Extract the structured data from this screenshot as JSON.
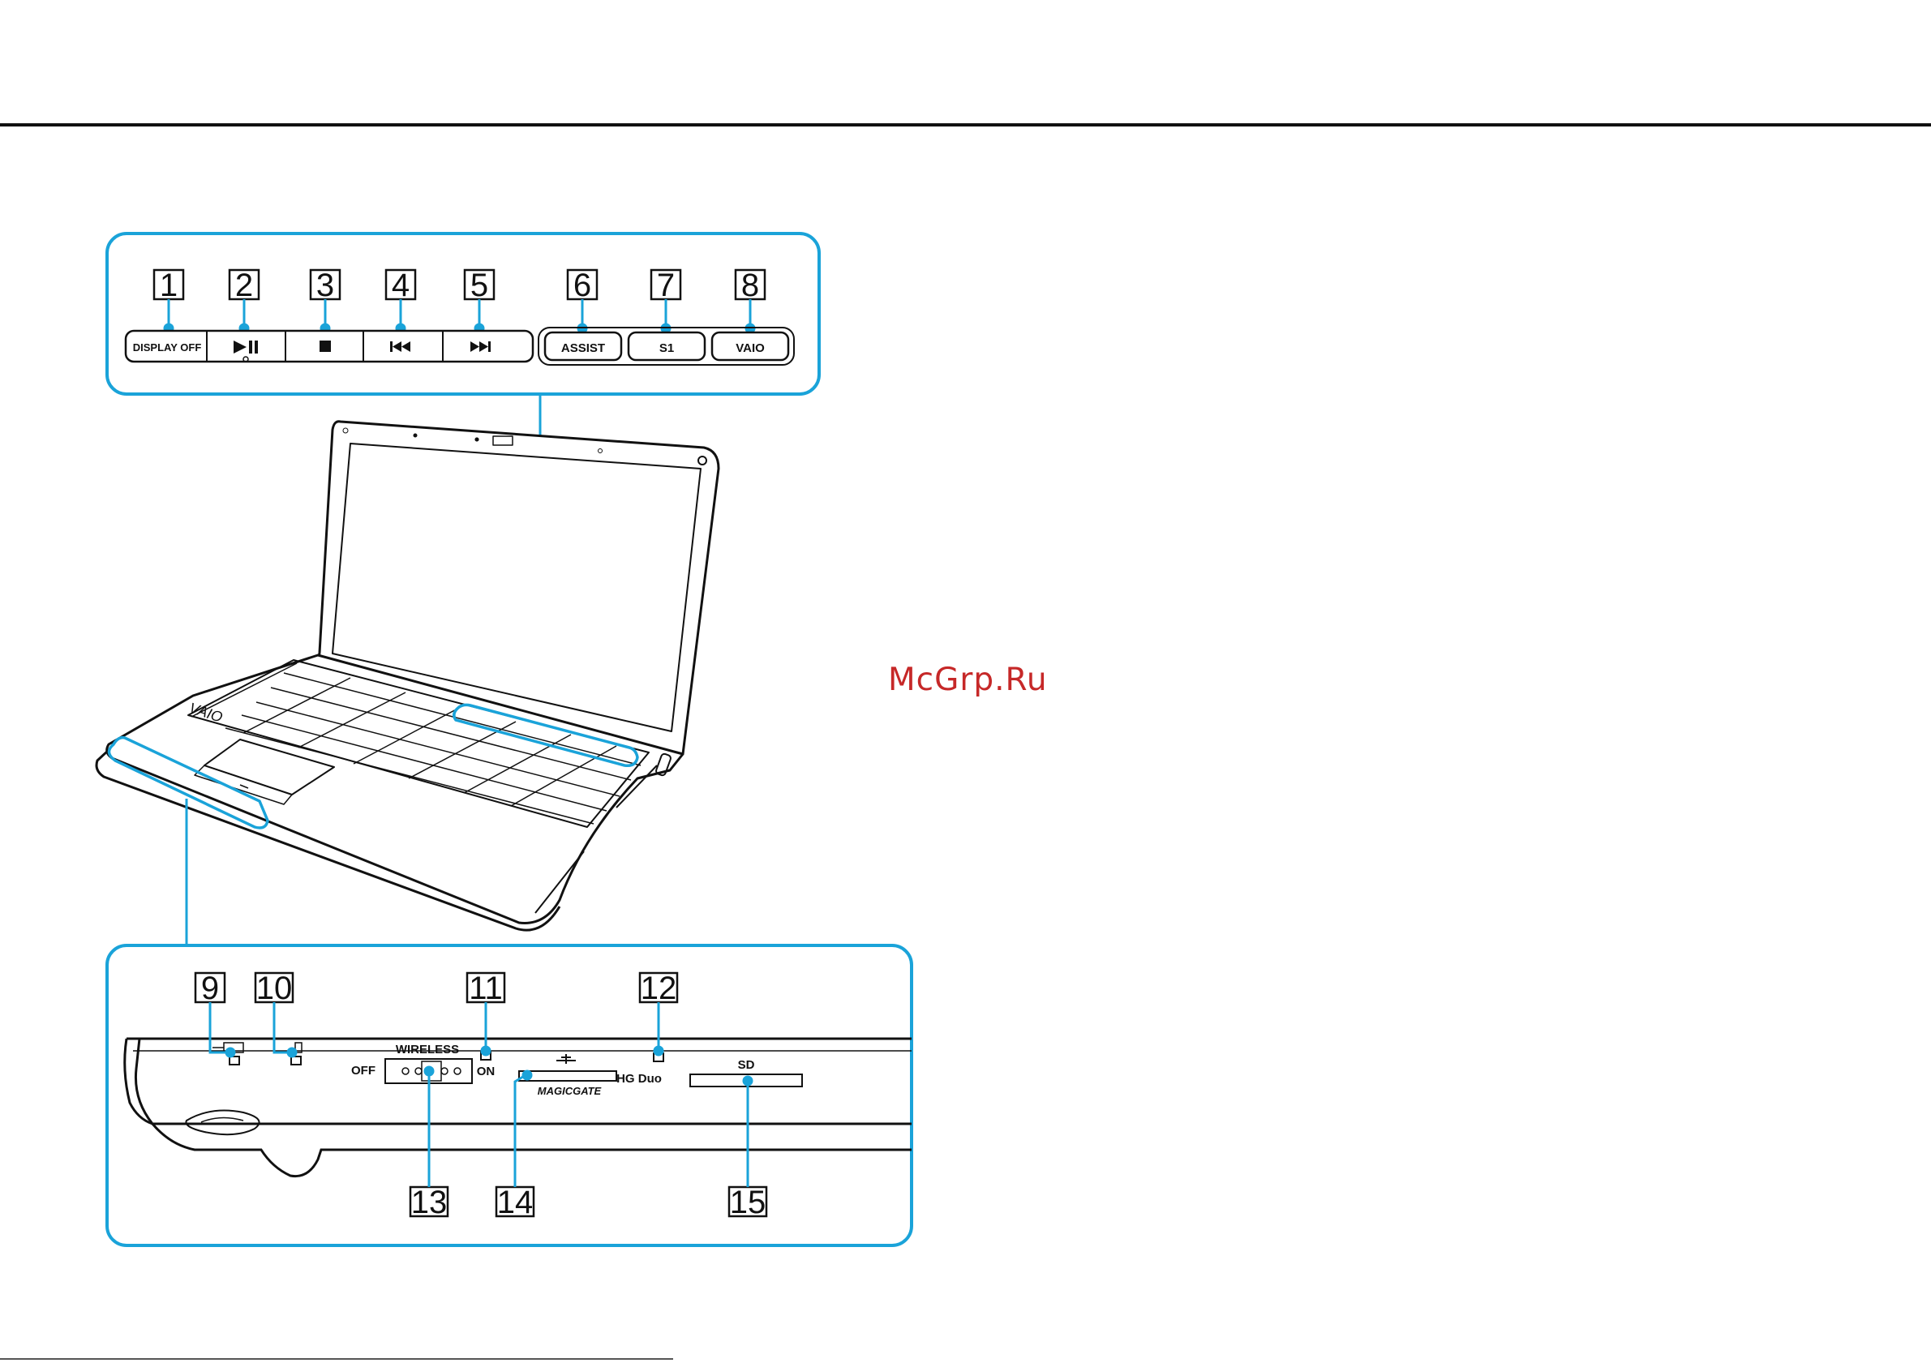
{
  "watermark": "McGrp.Ru",
  "accent_color": "#1aa3d9",
  "top_panel": {
    "callouts": [
      "1",
      "2",
      "3",
      "4",
      "5",
      "6",
      "7",
      "8"
    ],
    "buttons": {
      "display_off": "DISPLAY OFF",
      "assist": "ASSIST",
      "s1": "S1",
      "vaio": "VAIO"
    },
    "media_icons": [
      "play-pause-icon",
      "stop-icon",
      "previous-track-icon",
      "next-track-icon"
    ]
  },
  "bottom_panel": {
    "callouts": [
      "9",
      "10",
      "11",
      "12",
      "13",
      "14",
      "15"
    ],
    "labels": {
      "wireless": "WIRELESS",
      "off": "OFF",
      "on": "ON",
      "magicgate": "MAGICGATE",
      "hg_duo": "HG Duo",
      "sd": "SD"
    }
  }
}
